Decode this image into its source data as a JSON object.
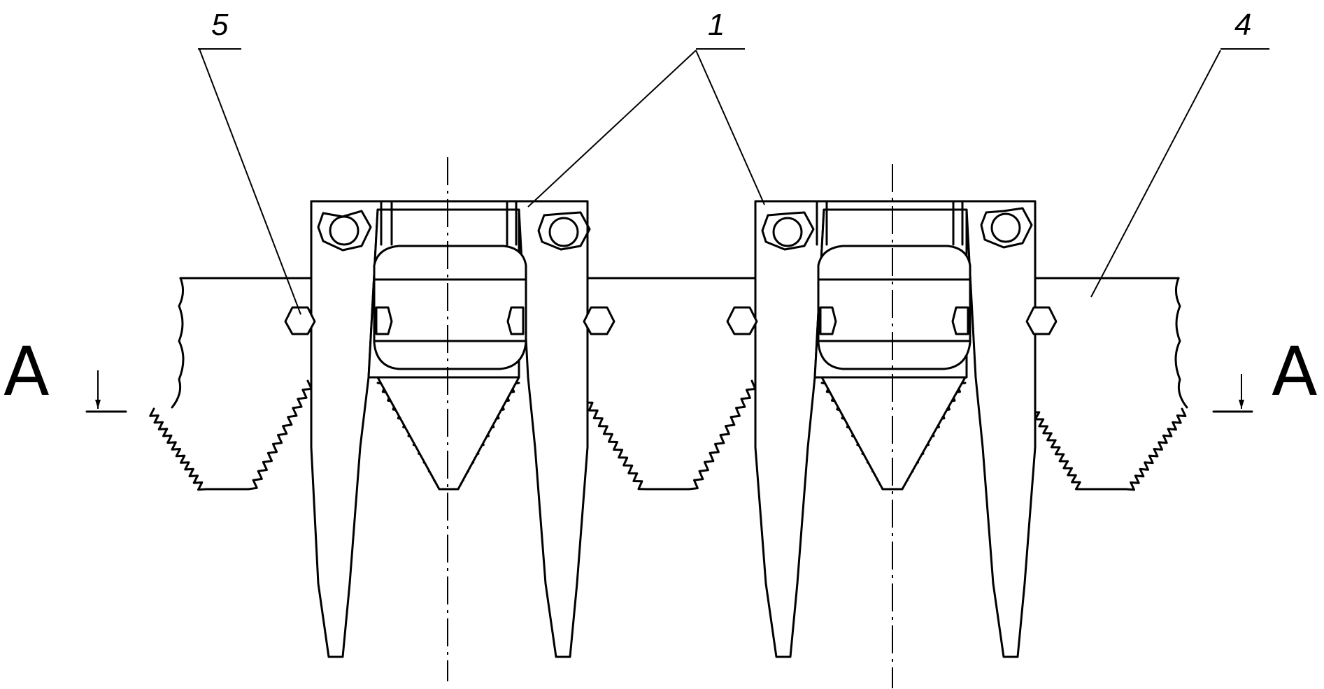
{
  "callouts": {
    "part_5": "5",
    "part_1": "1",
    "part_4": "4"
  },
  "section": {
    "left_mark": "A",
    "right_mark": "A"
  },
  "colors": {
    "line": "#000000",
    "background": "#ffffff"
  }
}
